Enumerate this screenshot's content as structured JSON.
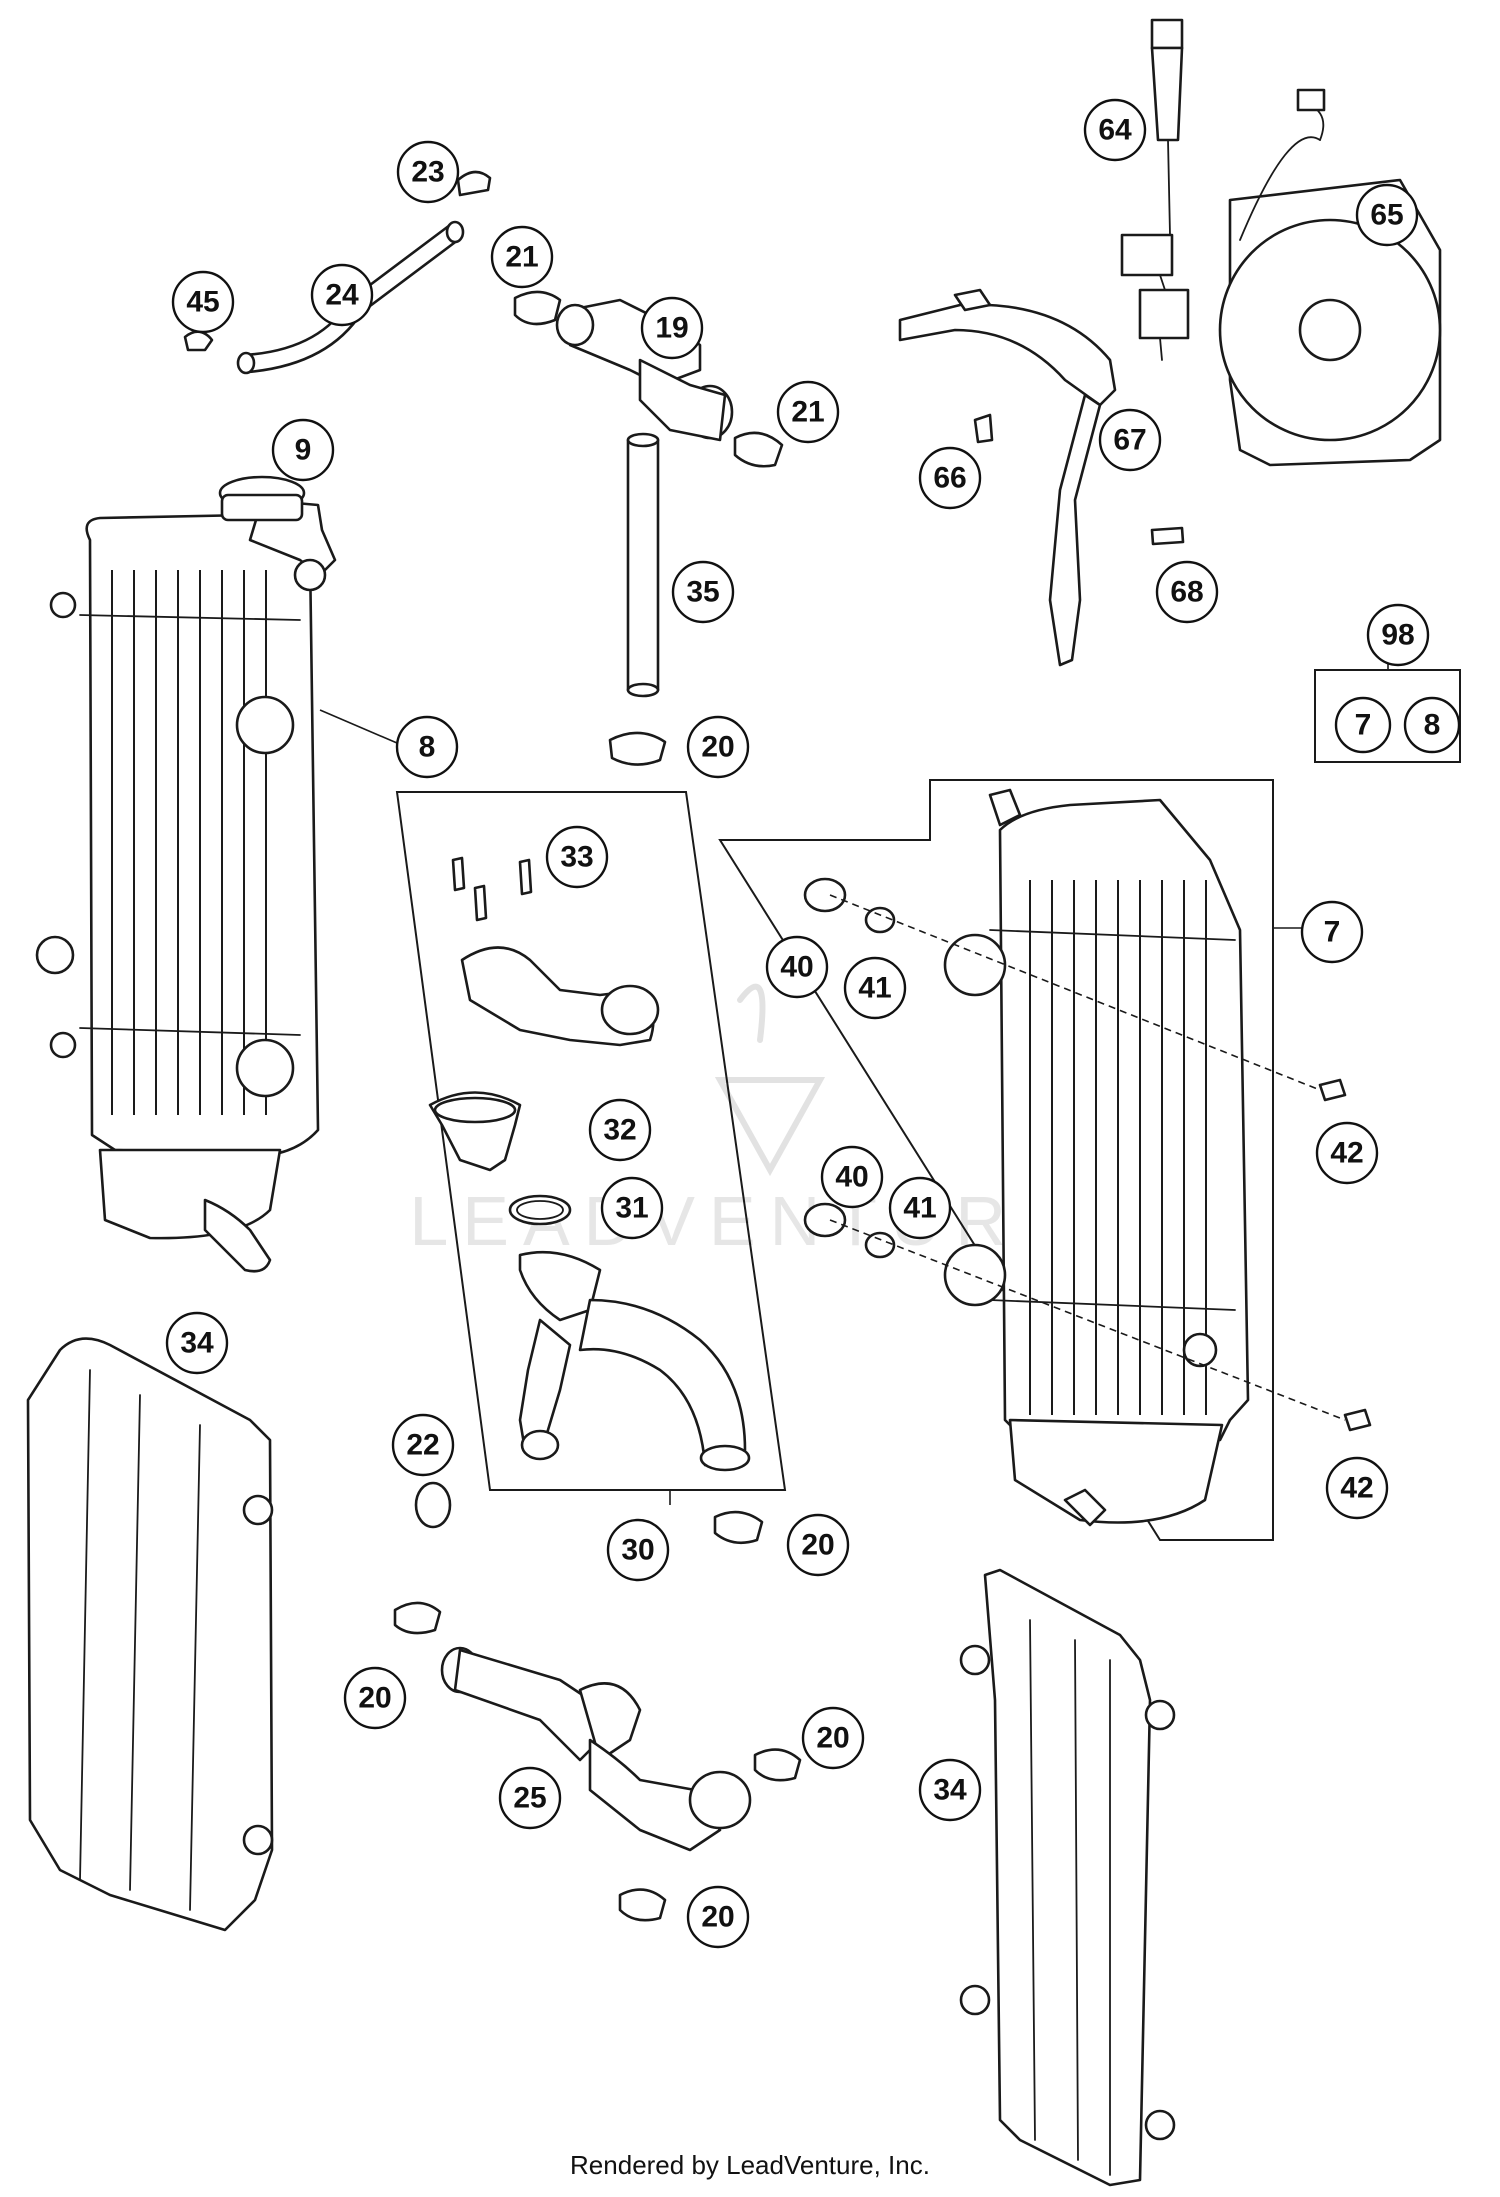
{
  "callouts": {
    "c7a": "7",
    "c7b": "7",
    "c8a": "8",
    "c8b": "8",
    "c9": "9",
    "c19": "19",
    "c20a": "20",
    "c20b": "20",
    "c20c": "20",
    "c20d": "20",
    "c20e": "20",
    "c21a": "21",
    "c21b": "21",
    "c22": "22",
    "c23": "23",
    "c24": "24",
    "c25": "25",
    "c30": "30",
    "c31": "31",
    "c32": "32",
    "c33": "33",
    "c34a": "34",
    "c34b": "34",
    "c35": "35",
    "c40a": "40",
    "c40b": "40",
    "c41a": "41",
    "c41b": "41",
    "c42a": "42",
    "c42b": "42",
    "c45": "45",
    "c64": "64",
    "c65": "65",
    "c66": "66",
    "c67": "67",
    "c68": "68",
    "c98": "98"
  },
  "watermark": "LEADVENTURE",
  "footer": "Rendered by LeadVenture, Inc."
}
